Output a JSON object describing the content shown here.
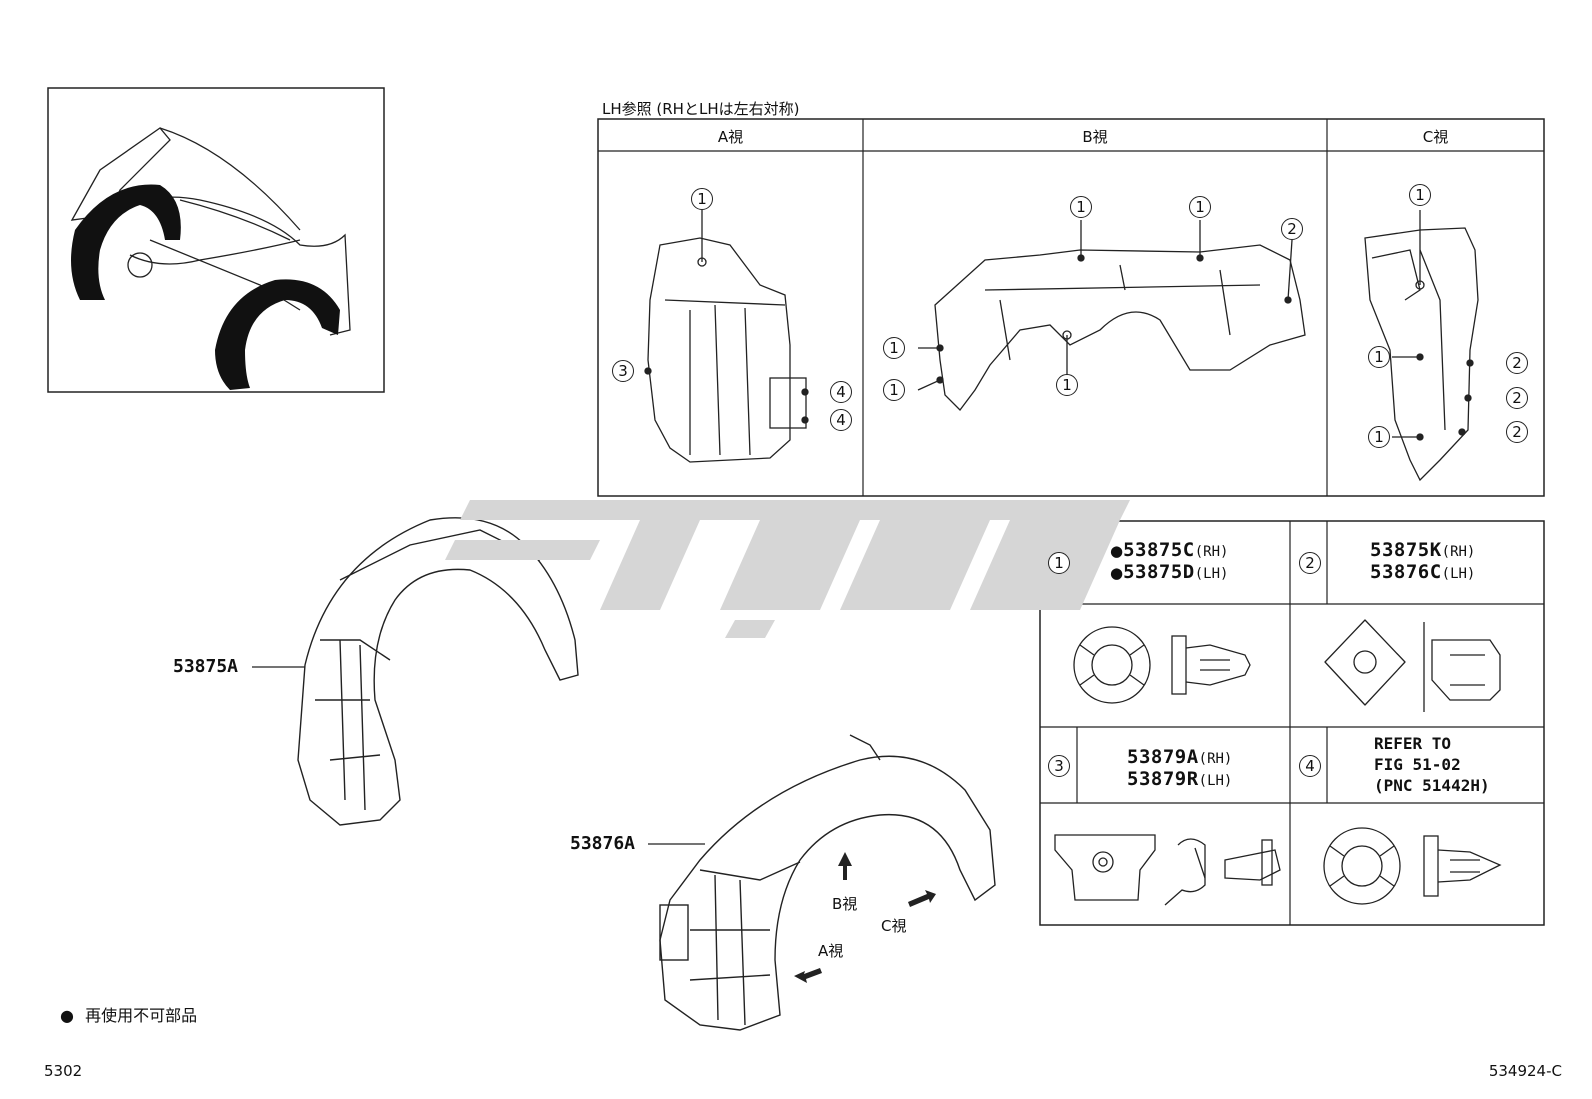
{
  "lh_reference_label": "LH参照 (RHとLHは左右対称)",
  "view_headers": {
    "a": "A視",
    "b": "B視",
    "c": "C視"
  },
  "callouts": {
    "one": "1",
    "two": "2",
    "three": "3",
    "four": "4"
  },
  "main_parts": {
    "upper_part": "53875A",
    "lower_part": "53876A"
  },
  "view_arrows": {
    "a": "A視",
    "b": "B視",
    "c": "C視"
  },
  "fastener_table": [
    {
      "num": "1",
      "lines": [
        {
          "bullet": "●",
          "pn": "53875C",
          "side": "(RH)"
        },
        {
          "bullet": "●",
          "pn": "53875D",
          "side": "(LH)"
        }
      ]
    },
    {
      "num": "2",
      "lines": [
        {
          "bullet": "",
          "pn": "53875K",
          "side": "(RH)"
        },
        {
          "bullet": "",
          "pn": "53876C",
          "side": "(LH)"
        }
      ]
    },
    {
      "num": "3",
      "lines": [
        {
          "bullet": "",
          "pn": "53879A",
          "side": "(RH)"
        },
        {
          "bullet": "",
          "pn": "53879R",
          "side": "(LH)"
        }
      ]
    },
    {
      "num": "4",
      "refer": [
        "REFER TO",
        "FIG 51-02",
        "(PNC 51442H)"
      ]
    }
  ],
  "legend": {
    "bullet": "●",
    "text": "再使用不可部品"
  },
  "footer": {
    "left": "5302",
    "right": "534924-C"
  }
}
